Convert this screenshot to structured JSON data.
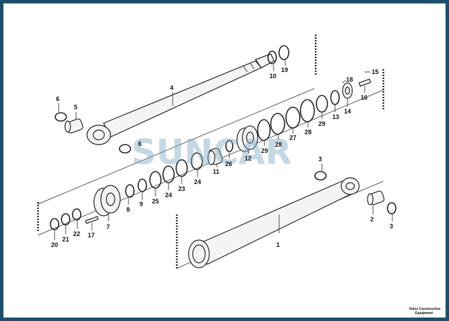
{
  "watermark": "SUNCAR",
  "caption": [
    "Volvo Construction",
    "Equipment"
  ],
  "labels": {
    "l1": "1",
    "l2": "2",
    "l3a": "3",
    "l3b": "3",
    "l4": "4",
    "l5": "5",
    "l6a": "6",
    "l6b": "6",
    "l7": "7",
    "l8": "8",
    "l9": "9",
    "l10": "10",
    "l11": "11",
    "l12": "12",
    "l13": "13",
    "l14": "14",
    "l15": "15",
    "l16": "16",
    "l17": "17",
    "l18": "18",
    "l19": "19",
    "l20": "20",
    "l21": "21",
    "l22": "22",
    "l23": "23",
    "l24a": "24",
    "l24b": "24",
    "l25": "25",
    "l26": "26",
    "l27": "27",
    "l28a": "28",
    "l28b": "28",
    "l29a": "29",
    "l29b": "29"
  }
}
